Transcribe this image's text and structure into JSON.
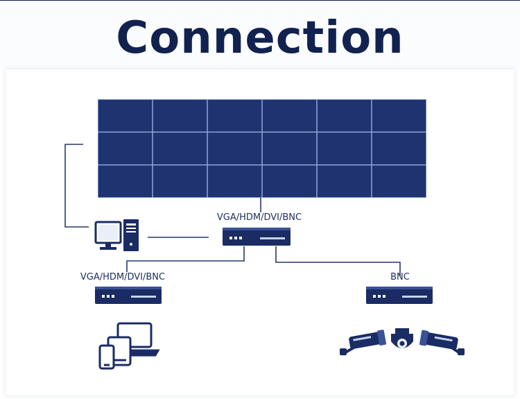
{
  "title": "Connection",
  "colors": {
    "title": "#12224f",
    "screen_fill": "#1f3370",
    "screen_grid": "#8fa6d8",
    "line": "#27376a",
    "device_fill": "#1a2c63"
  },
  "video_wall": {
    "rows": 3,
    "columns": 6
  },
  "controller_label": "VGA/HDM/DVI/BNC",
  "left_device_label": "VGA/HDM/DVI/BNC",
  "right_device_label": "BNC",
  "icons": [
    "computer-icon",
    "laptop-tablet-phone-icon",
    "cctv-cameras-icon"
  ]
}
